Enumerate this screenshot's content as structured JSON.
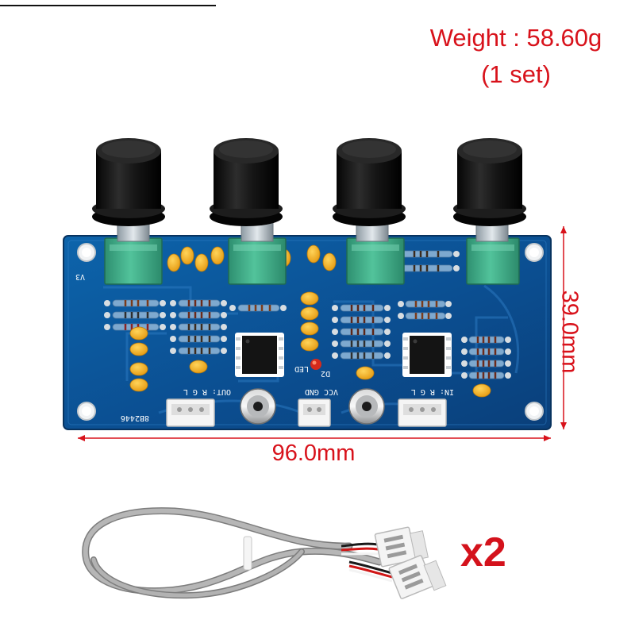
{
  "product": {
    "weight_label": "Weight : 58.60g",
    "set_label": "(1 set)",
    "width_dimension": "96.0mm",
    "height_dimension": "39.0mm",
    "cable_quantity": "x2"
  },
  "board_silkscreen": {
    "version": "V3",
    "output_label": "OUT: R  G  L",
    "power_label": "VCC  GND",
    "input_label": "IN: R  G  L",
    "led_label": "LED",
    "led_ref": "D2",
    "board_code": "8B2446"
  },
  "colors": {
    "annotation": "#d8121b",
    "pcb": "#0e5a9e",
    "knob": "#111111",
    "potentiometer": "#3aa883",
    "capacitor": "#f0b01e",
    "cable": "#a7a7a7",
    "connector": "#f4f4f4"
  },
  "icons": {
    "knob": "black-rotary-knob",
    "connector": "white-3-pin-connector",
    "cable": "grey-sheathed-cable"
  }
}
